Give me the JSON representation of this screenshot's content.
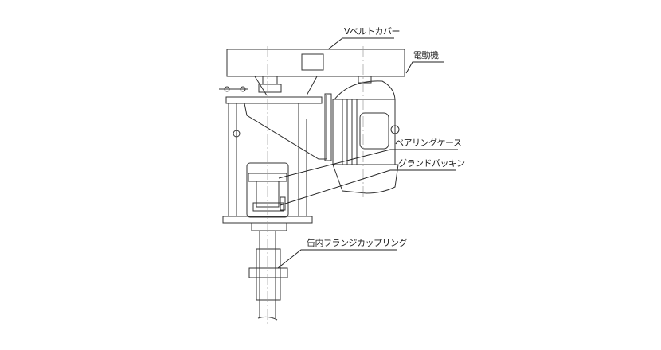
{
  "diagram": {
    "type": "mechanical-drawing",
    "subject": "vertical agitator drive unit (side view)",
    "labels": [
      {
        "id": "v-belt-cover",
        "text": "Vベルトカバー"
      },
      {
        "id": "motor",
        "text": "電動機"
      },
      {
        "id": "bearing-case",
        "text": "ベアリングケース"
      },
      {
        "id": "gland-packing",
        "text": "グランドパッキン"
      },
      {
        "id": "in-tank-flange-coupling",
        "text": "缶内フランジカップリング"
      }
    ],
    "colors": {
      "line": "#333333",
      "centerline": "#999999",
      "background": "#ffffff"
    }
  }
}
